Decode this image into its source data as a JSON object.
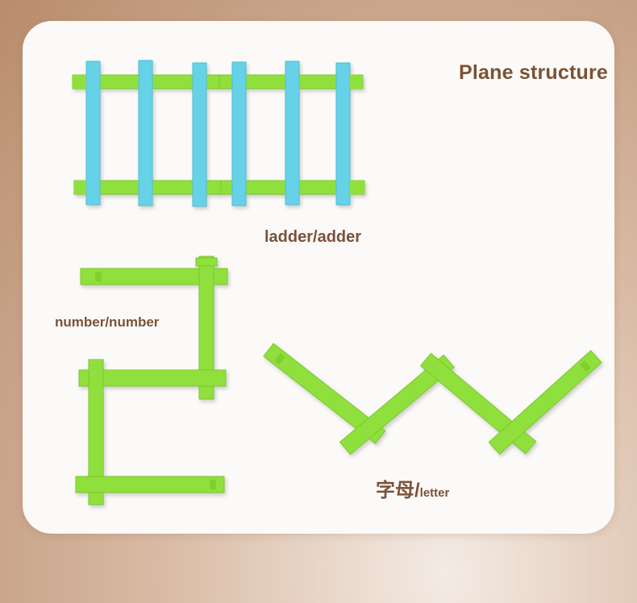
{
  "title": "Plane structure",
  "captions": {
    "ladder": "ladder/adder",
    "number": "number/number",
    "letter_cn": "字母",
    "letter_sep": "/",
    "letter_en": "letter"
  },
  "colors": {
    "stick_green": "#8fe03c",
    "stick_blue": "#66d2e8",
    "text_brown": "#7a5236",
    "card": "#fbfaf8"
  }
}
